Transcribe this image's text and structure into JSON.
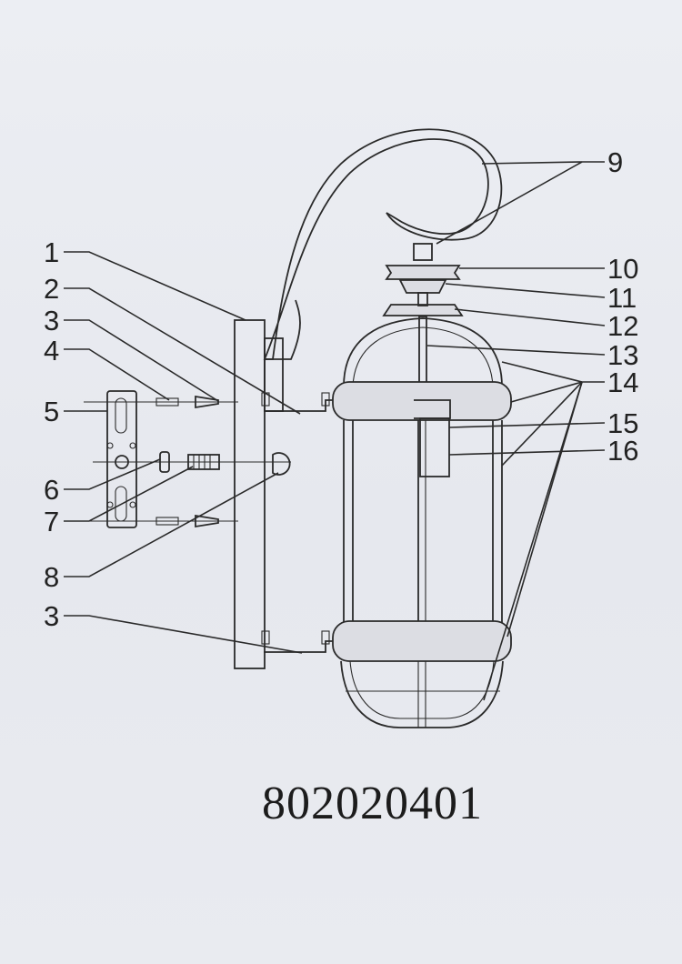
{
  "callouts": [
    {
      "num": "1"
    },
    {
      "num": "2"
    },
    {
      "num": "3"
    },
    {
      "num": "4"
    },
    {
      "num": "5"
    },
    {
      "num": "6"
    },
    {
      "num": "7"
    },
    {
      "num": "8"
    },
    {
      "num": "3"
    },
    {
      "num": "9"
    },
    {
      "num": "10"
    },
    {
      "num": "11"
    },
    {
      "num": "12"
    },
    {
      "num": "13"
    },
    {
      "num": "14"
    },
    {
      "num": "15"
    },
    {
      "num": "16"
    }
  ],
  "product_code": "802020401"
}
